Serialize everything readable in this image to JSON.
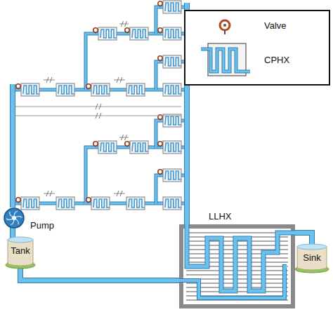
{
  "diagram": {
    "nodes": [
      {
        "text": [
          "Pump"
        ]
      },
      {
        "text": [
          "Tank"
        ]
      },
      {
        "text": [
          "LLHX"
        ]
      },
      {
        "text": [
          "Sink"
        ]
      }
    ],
    "edges": [
      {
        "from": 1,
        "to": 0,
        "arrow": "none"
      },
      {
        "from": 2,
        "to": 1,
        "arrow": "none"
      },
      {
        "from": 2,
        "to": 3,
        "arrow": "none"
      }
    ],
    "legend": [
      {
        "text": "Valve"
      },
      {
        "text": "CPHX"
      }
    ]
  }
}
